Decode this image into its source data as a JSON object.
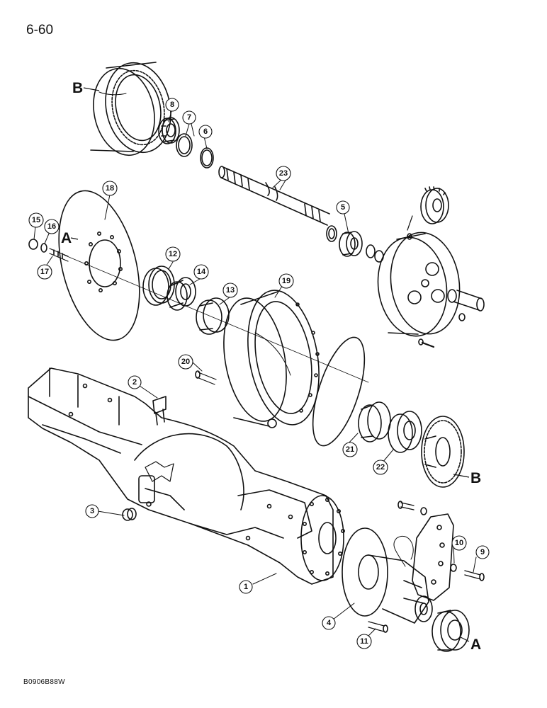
{
  "page": {
    "page_number": "6-60",
    "reference_code": "B0906B88W"
  },
  "references": [
    {
      "id": "ref-b-top",
      "label": "B"
    },
    {
      "id": "ref-a-left",
      "label": "A"
    },
    {
      "id": "ref-b-bottom",
      "label": "B"
    },
    {
      "id": "ref-a-bottom",
      "label": "A"
    }
  ],
  "callouts": [
    {
      "id": "1",
      "label": "1"
    },
    {
      "id": "2",
      "label": "2"
    },
    {
      "id": "3",
      "label": "3"
    },
    {
      "id": "4",
      "label": "4"
    },
    {
      "id": "5",
      "label": "5"
    },
    {
      "id": "6",
      "label": "6"
    },
    {
      "id": "7",
      "label": "7"
    },
    {
      "id": "8",
      "label": "8"
    },
    {
      "id": "9",
      "label": "9"
    },
    {
      "id": "10",
      "label": "10"
    },
    {
      "id": "11",
      "label": "11"
    },
    {
      "id": "12",
      "label": "12"
    },
    {
      "id": "13",
      "label": "13"
    },
    {
      "id": "14",
      "label": "14"
    },
    {
      "id": "15",
      "label": "15"
    },
    {
      "id": "16",
      "label": "16"
    },
    {
      "id": "17",
      "label": "17"
    },
    {
      "id": "18",
      "label": "18"
    },
    {
      "id": "19",
      "label": "19"
    },
    {
      "id": "20",
      "label": "20"
    },
    {
      "id": "21",
      "label": "21"
    },
    {
      "id": "22",
      "label": "22"
    },
    {
      "id": "23",
      "label": "23"
    }
  ]
}
